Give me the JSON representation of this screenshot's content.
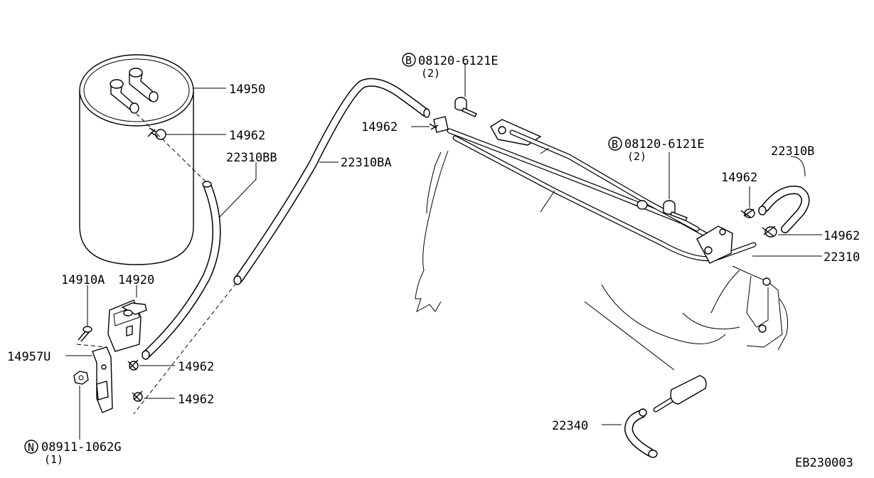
{
  "labels": {
    "canister": "14950",
    "clamp_canister": "14962",
    "hose_bb": "22310BB",
    "hose_ba": "22310BA",
    "clamp_top": "14962",
    "bolt_top_part": "08120-6121E",
    "bolt_top_qty": "(2)",
    "bolt_mid_part": "08120-6121E",
    "bolt_mid_qty": "(2)",
    "hose_b": "22310B",
    "clamp_right_upper": "14962",
    "clamp_right_lower": "14962",
    "tube": "22310",
    "screw": "14910A",
    "valve": "14920",
    "bracket": "14957U",
    "clamp_bracket_upper": "14962",
    "clamp_bracket_lower": "14962",
    "nut_part": "08911-1062G",
    "nut_qty": "(1)",
    "hose_22340": "22340",
    "diagram_code": "EB230003"
  },
  "markers": {
    "bolt": "B",
    "nut": "N"
  }
}
